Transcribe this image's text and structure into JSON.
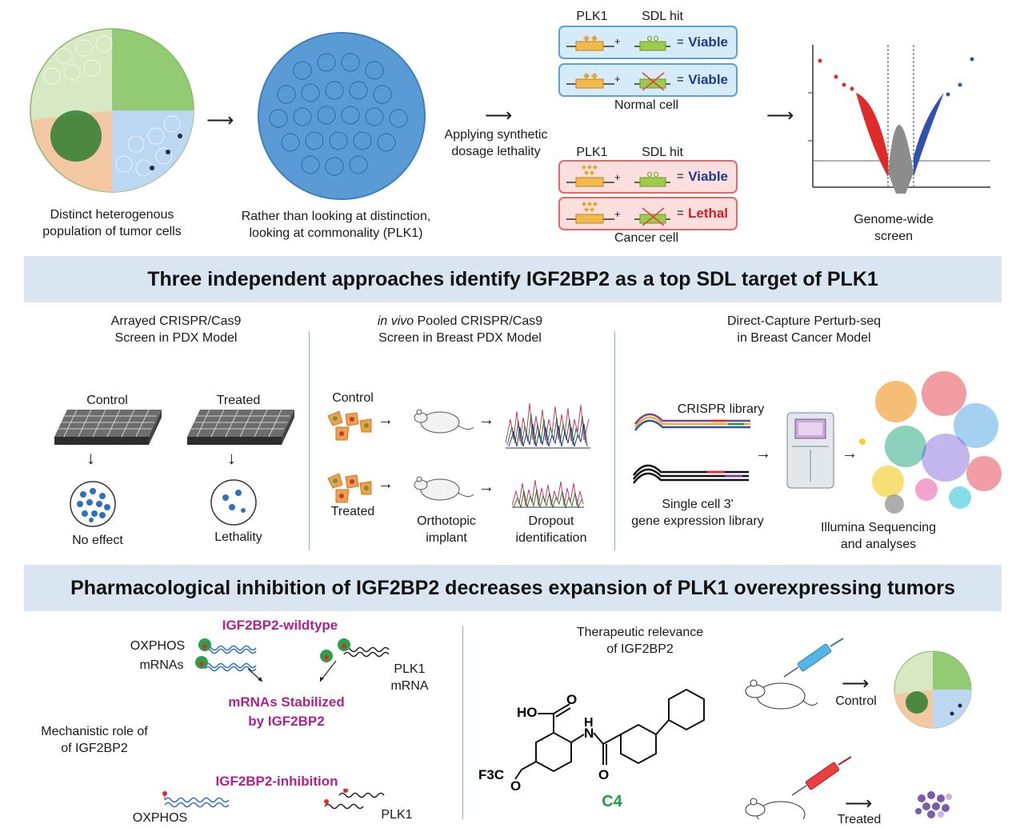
{
  "top": {
    "tumor_caption": "Distinct heterogenous\npopulation of tumor cells",
    "common_caption": "Rather than looking at distinction,\nlooking at commonality (PLK1)",
    "applying": "Applying synthetic\ndosage lethality",
    "plk1_label": "PLK1",
    "sdl_hit_label": "SDL hit",
    "plus": "+",
    "equals": "=",
    "normal_cell": "Normal cell",
    "cancer_cell": "Cancer cell",
    "viable": "Viable",
    "lethal": "Lethal",
    "genome_caption": "Genome-wide\nscreen"
  },
  "band1": {
    "title": "Three independent approaches identify IGF2BP2 as a top SDL target of PLK1"
  },
  "approaches": {
    "a1_title": "Arrayed CRISPR/Cas9\nScreen in PDX Model",
    "a1_control": "Control",
    "a1_treated": "Treated",
    "a1_no_effect": "No effect",
    "a1_lethality": "Lethality",
    "a2_title_italic": "in vivo",
    "a2_title_rest": " Pooled CRISPR/Cas9",
    "a2_title_line2": "Screen in Breast PDX Model",
    "a2_control": "Control",
    "a2_treated": "Treated",
    "a2_ortho": "Orthotopic\nimplant",
    "a2_dropout": "Dropout\nidentification",
    "a3_title": "Direct-Capture Perturb-seq\nin Breast Cancer Model",
    "a3_crispr": "CRISPR library",
    "a3_singlecell": "Single cell 3'\ngene expression library",
    "a3_illumina": "Illumina Sequencing\nand analyses"
  },
  "band2": {
    "title": "Pharmacological inhibition of IGF2BP2 decreases expansion of PLK1 overexpressing tumors"
  },
  "bottom": {
    "wildtype": "IGF2BP2-wildtype",
    "oxphos": "OXPHOS",
    "mrnas": "mRNAs",
    "plk1_mrna": "PLK1\nmRNA",
    "stabilized": "mRNAs Stabilized\nby IGF2BP2",
    "mech_role": "Mechanistic role of\nof IGF2BP2",
    "inhibition": "IGF2BP2-inhibition",
    "oxphos2": "OXPHOS",
    "plk1_2": "PLK1",
    "ther_rel": "Therapeutic relevance\nof IGF2BP2",
    "chem_ho": "HO",
    "chem_o": "O",
    "chem_h": "H",
    "chem_n": "N",
    "chem_f3c": "F3C",
    "chem_o2": "O",
    "chem_o3": "O",
    "c4": "C4",
    "control": "Control",
    "treated": "Treated"
  }
}
